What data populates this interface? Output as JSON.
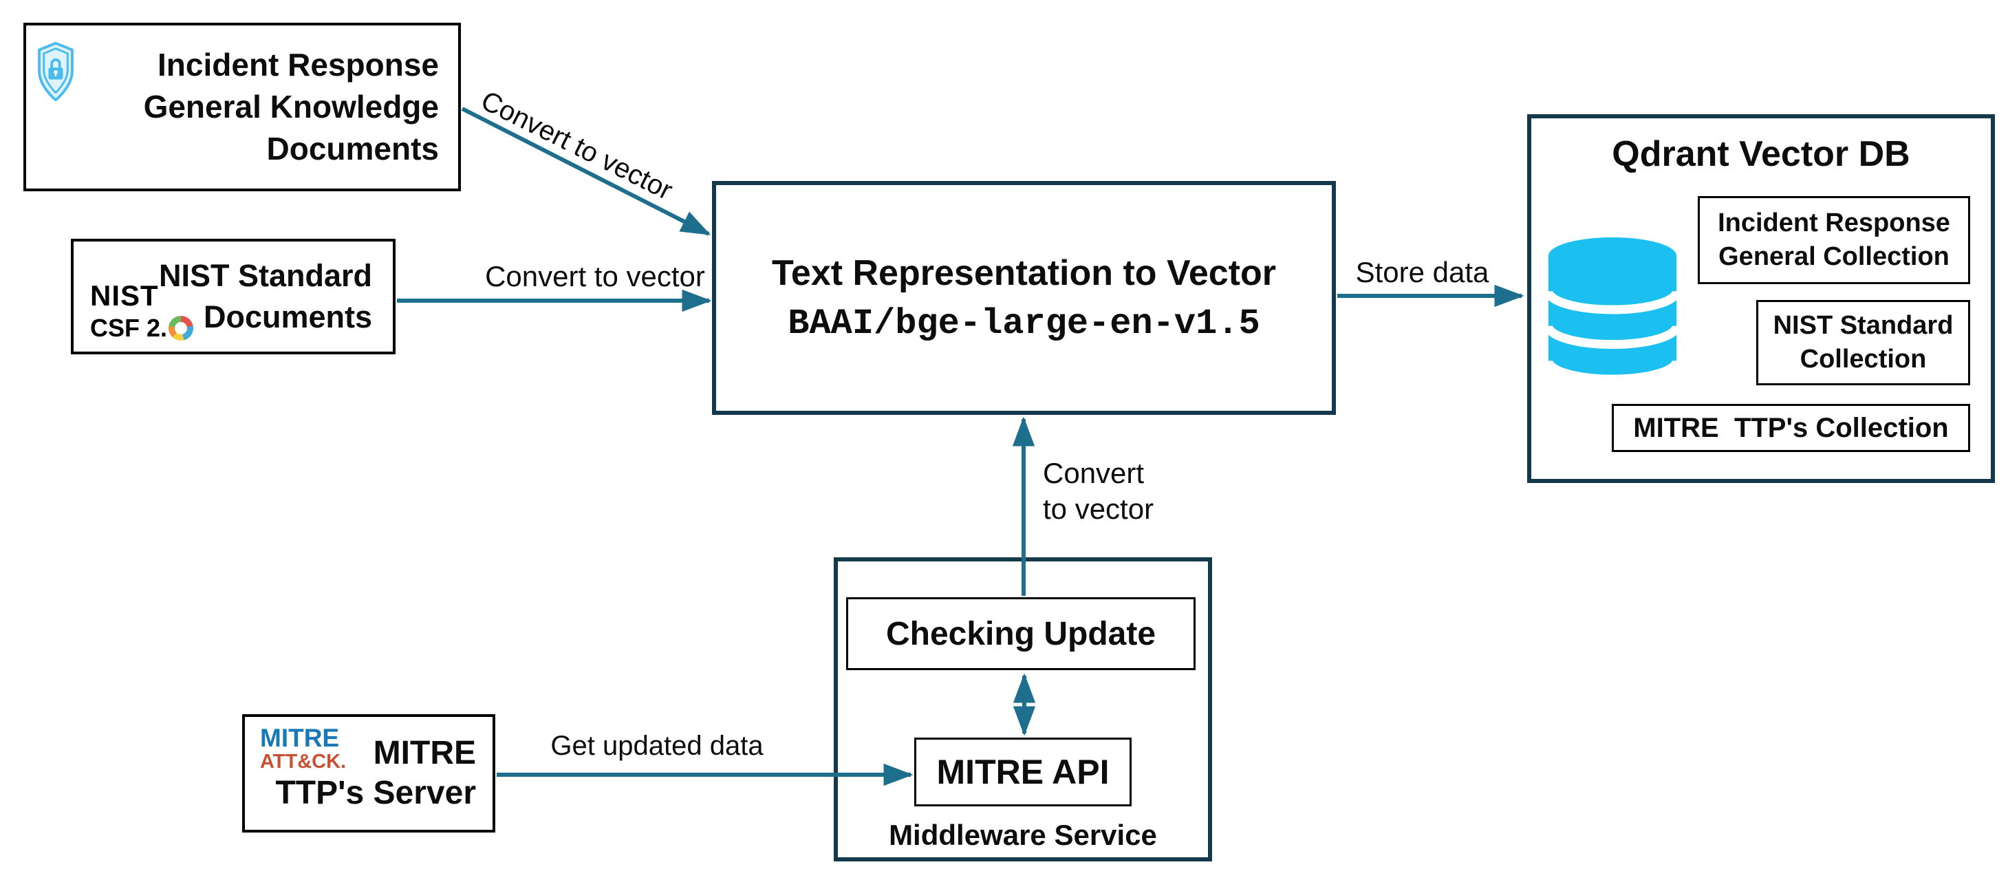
{
  "diagram": {
    "incident_docs": {
      "line1": "Incident Response",
      "line2": "General Knowledge",
      "line3": "Documents"
    },
    "nist_docs": {
      "logo_word": "NIST",
      "logo_sub": "CSF 2.",
      "line1": "NIST Standard",
      "line2": "Documents"
    },
    "text_rep": {
      "title": "Text Representation to Vector",
      "model": "BAAI/bge-large-en-v1.5"
    },
    "qdrant": {
      "title": "Qdrant Vector DB",
      "collections": [
        {
          "l1": "Incident Response",
          "l2": "General Collection"
        },
        {
          "l1": "NIST Standard",
          "l2": "Collection"
        },
        {
          "l1": "MITRE  TTP's Collection",
          "l2": ""
        }
      ]
    },
    "middleware": {
      "checking_update": "Checking Update",
      "mitre_api": "MITRE API",
      "caption": "Middleware Service"
    },
    "mitre_server": {
      "logo_top": "MITRE",
      "logo_bottom": "ATT&CK.",
      "line1": "MITRE",
      "line2": "TTP's Server"
    },
    "edges": {
      "incident_to_vector": "Convert to vector",
      "nist_to_vector": "Convert to vector",
      "store_data": "Store data",
      "middleware_to_vector_line1": "Convert",
      "middleware_to_vector_line2": "to vector",
      "get_updated_data": "Get updated data"
    },
    "colors": {
      "arrow": "#1E6E8E",
      "dark_border": "#14394C",
      "box_border": "#000000",
      "db_cyan": "#1BC0F0",
      "shield_blue": "#49BCEC",
      "mitre_blue": "#1878B8",
      "mitre_red": "#C85133"
    }
  }
}
